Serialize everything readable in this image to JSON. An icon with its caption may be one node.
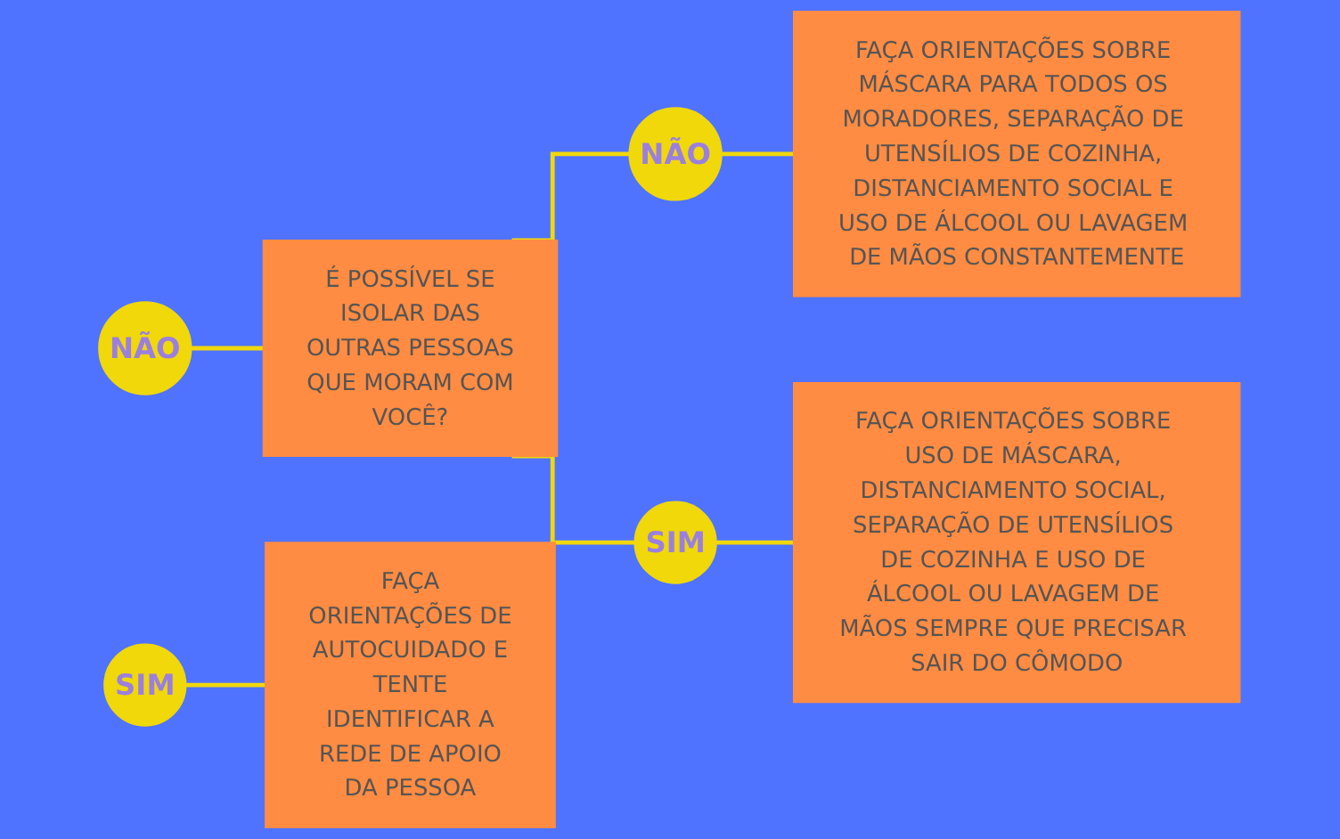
{
  "diagram": {
    "nodes": [
      {
        "text": [
          "NÃO"
        ]
      },
      {
        "text": [
          "É POSSÍVEL SE ISOLAR DAS OUTRAS PESSOAS QUE MORAM COM VOCÊ?"
        ]
      },
      {
        "text": [
          "NÃO"
        ]
      },
      {
        "text": [
          "FAÇA ORIENTAÇÕES SOBRE MÁSCARA PARA TODOS OS MORADORES, SEPARAÇÃO DE UTENSÍLIOS DE COZINHA, DISTANCIAMENTO SOCIAL E USO DE ÁLCOOL OU LAVAGEM DE MÃOS CONSTANTEMENTE"
        ]
      },
      {
        "text": [
          "SIM"
        ]
      },
      {
        "text": [
          "FAÇA ORIENTAÇÕES SOBRE USO DE MÁSCARA, DISTANCIAMENTO SOCIAL, SEPARAÇÃO DE UTENSÍLIOS DE COZINHA E USO DE ÁLCOOL OU LAVAGEM DE MÃOS SEMPRE QUE PRECISAR SAIR DO CÔMODO"
        ]
      },
      {
        "text": [
          "SIM"
        ]
      },
      {
        "text": [
          "FAÇA ORIENTAÇÕES DE AUTOCUIDADO E TENTE IDENTIFICAR A REDE DE APOIO DA PESSOA"
        ]
      }
    ],
    "edges": [
      {
        "from": 0,
        "to": 1,
        "arrow": "none"
      },
      {
        "from": 1,
        "to": 2,
        "arrow": "none"
      },
      {
        "from": 2,
        "to": 3,
        "arrow": "none"
      },
      {
        "from": 1,
        "to": 4,
        "arrow": "none"
      },
      {
        "from": 4,
        "to": 5,
        "arrow": "none"
      },
      {
        "from": 6,
        "to": 7,
        "arrow": "none"
      }
    ]
  }
}
